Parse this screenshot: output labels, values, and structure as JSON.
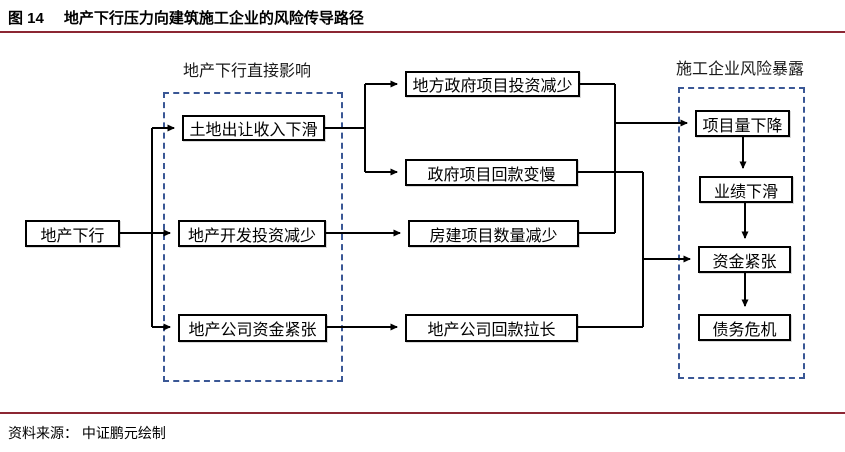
{
  "figure": {
    "tag": "图 14",
    "title": "地产下行压力向建筑施工企业的风险传导路径"
  },
  "source": "资料来源： 中证鹏元绘制",
  "diagram": {
    "groups": {
      "direct_impact": "地产下行直接影响",
      "risk_exposure": "施工企业风险暴露"
    },
    "nodes": {
      "root": "地产下行",
      "land_sale": "土地出让收入下滑",
      "dev_invest": "地产开发投资减少",
      "dev_cash": "地产公司资金紧张",
      "gov_invest": "地方政府项目投资减少",
      "gov_payment": "政府项目回款变慢",
      "housing_projects": "房建项目数量减少",
      "dev_payment": "地产公司回款拉长",
      "project_volume": "项目量下降",
      "performance": "业绩下滑",
      "funding": "资金紧张",
      "debt": "债务危机"
    },
    "colors": {
      "accent_rule": "#8C2633",
      "dashed_border": "#3A5795",
      "node_border": "#000000",
      "arrow": "#000000"
    }
  }
}
